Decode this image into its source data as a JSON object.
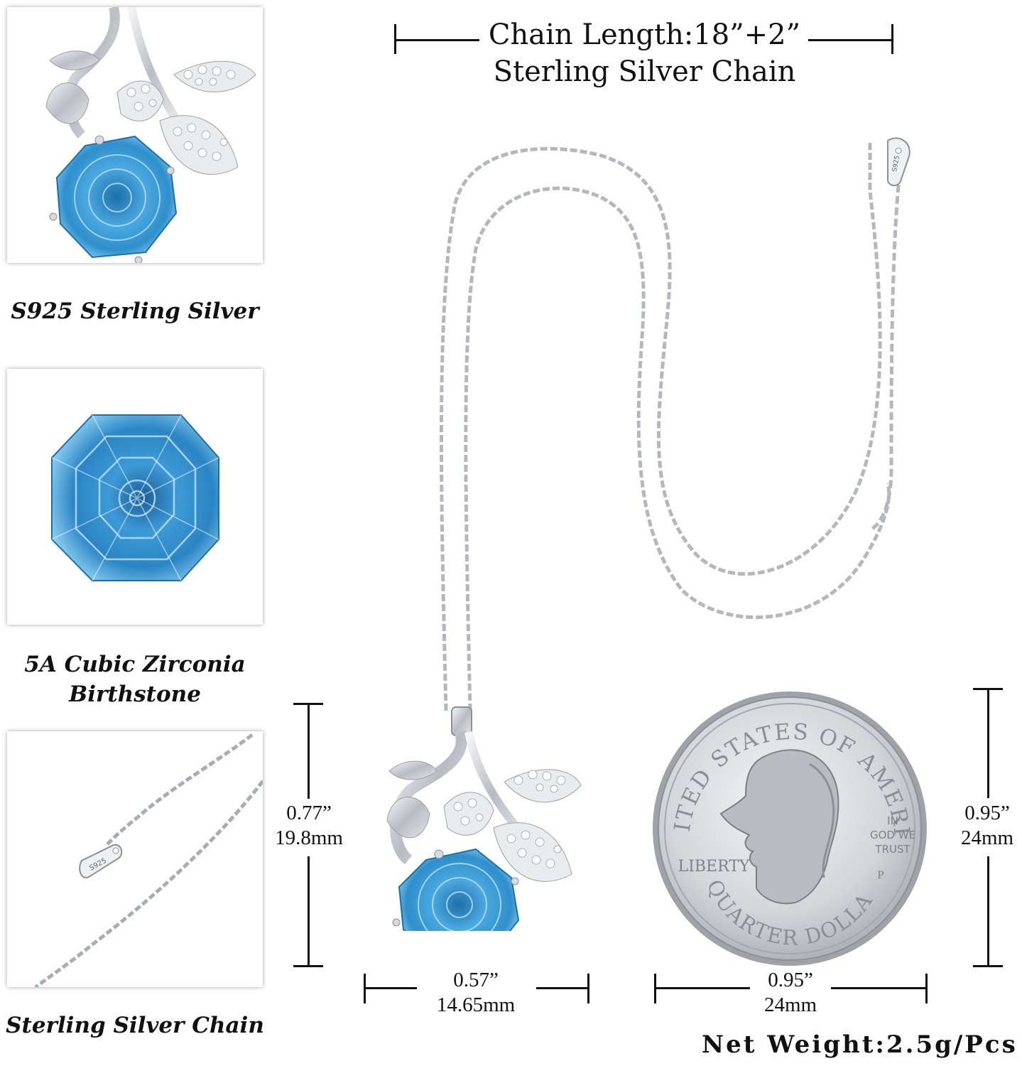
{
  "header": {
    "chain_length": "Chain Length:18”+2”",
    "chain_type": "Sterling Silver Chain"
  },
  "thumbnails": [
    {
      "caption": "S925 Sterling Silver"
    },
    {
      "caption_line1": "5A Cubic Zirconia",
      "caption_line2": "Birthstone"
    },
    {
      "caption": "Sterling Silver Chain"
    }
  ],
  "pendant_dimensions": {
    "height_in": "0.77”",
    "height_mm": "19.8mm",
    "width_in": "0.57”",
    "width_mm": "14.65mm"
  },
  "coin": {
    "top_text": "UNITED STATES OF AMERICA",
    "motto": [
      "IN",
      "GOD WE",
      "TRUST"
    ],
    "liberty": "LIBERTY",
    "mint": "P",
    "bottom_text": "QUARTER DOLLAR",
    "height_in": "0.95”",
    "height_mm": "24mm",
    "width_in": "0.95”",
    "width_mm": "24mm"
  },
  "net_weight": "Net Weight:2.5g/Pcs",
  "stamp": "S925",
  "colors": {
    "gem": "#3b9fd4",
    "gem_dark": "#1d6fa8",
    "silver": "#c9cdd2",
    "line": "#111111"
  }
}
